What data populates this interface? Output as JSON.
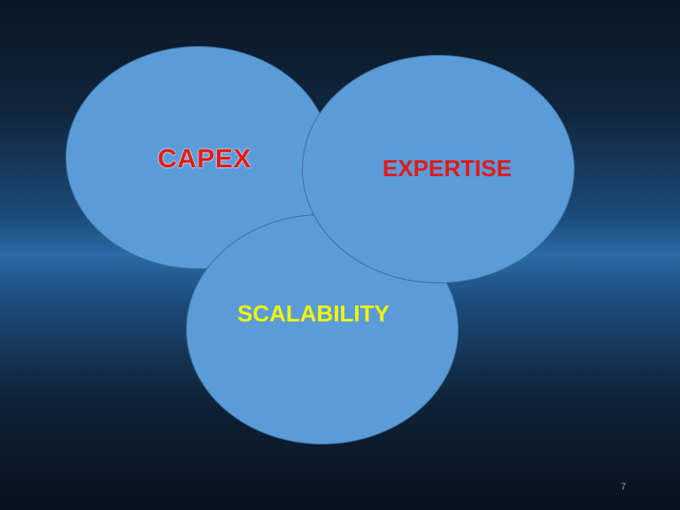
{
  "diagram": {
    "circles": [
      {
        "id": "capex",
        "label": "CAPEX",
        "label_color": "#e21a1a"
      },
      {
        "id": "expertise",
        "label": "EXPERTISE",
        "label_color": "#e21a1a"
      },
      {
        "id": "scalability",
        "label": "SCALABILITY",
        "label_color": "#f5f50a"
      }
    ],
    "circle_fill": "#5a9cd8"
  },
  "slide": {
    "page_number": "7"
  }
}
